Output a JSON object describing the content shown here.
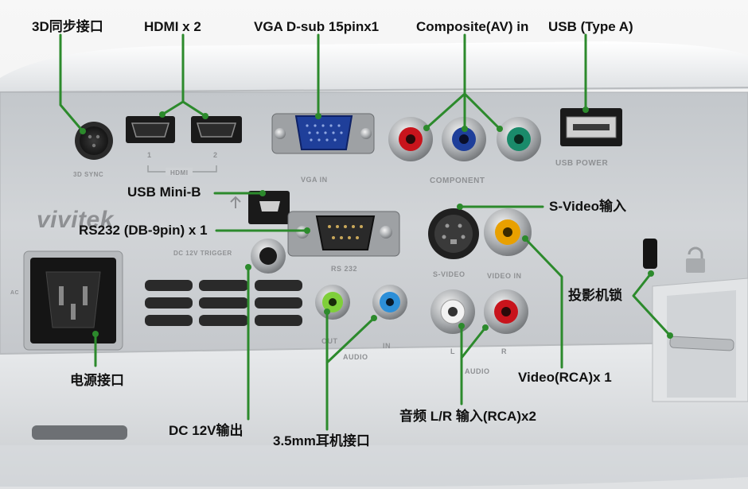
{
  "callouts": {
    "sync3d": "3D同步接口",
    "hdmi": "HDMI x 2",
    "vga": "VGA D-sub 15pinx1",
    "composite": "Composite(AV) in",
    "usb_a": "USB (Type A)",
    "usb_mini": "USB  Mini-B",
    "svideo": "S-Video输入",
    "rs232": "RS232 (DB-9pin) x 1",
    "lock": "投影机锁",
    "power": "电源接口",
    "video_rca": "Video(RCA)x 1",
    "audio_lr": "音频 L/R 输入(RCA)x2",
    "dc12v": "DC 12V输出",
    "earphone": "3.5mm耳机接口"
  },
  "panel": {
    "brand": "vivitek",
    "labels": {
      "sync3d": "3D SYNC",
      "hdmi1": "1",
      "hdmi2": "2",
      "hdmi": "HDMI",
      "vga": "VGA IN",
      "component": "COMPONENT",
      "usb_power": "USB POWER",
      "dc_trigger": "DC 12V TRIGGER",
      "rs232": "RS 232",
      "svideo": "S-VIDEO",
      "video_in": "VIDEO IN",
      "audio_out": "OUT",
      "audio_in": "IN",
      "audio": "AUDIO",
      "audio_l": "L",
      "audio_r": "R",
      "audio_lr": "AUDIO",
      "ac": "AC"
    }
  },
  "colors": {
    "leader": "#2c8a2c",
    "panel": "#cfd2d6",
    "chassis": "#e8eaec",
    "rca_red": "#c8141c",
    "rca_blue": "#1f3f9a",
    "rca_green": "#1a8a6a",
    "rca_yellow": "#e8a000",
    "audio_green": "#7fcf3a",
    "audio_blue": "#2d8fd8"
  }
}
